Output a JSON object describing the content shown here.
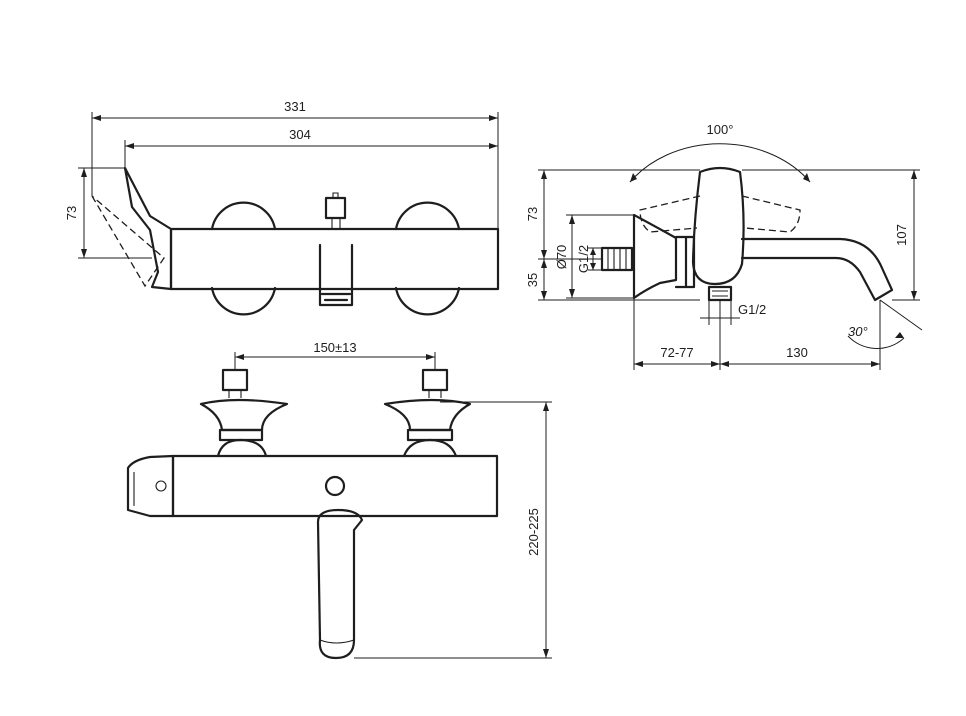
{
  "dimensions": {
    "top_view": {
      "overall_length": "331",
      "body_length": "304",
      "lever_height": "73"
    },
    "side_view": {
      "lever_rotation": "100°",
      "height_above_axis": "73",
      "rosette_diameter": "Ø70",
      "inlet_thread": "G1/2",
      "height_below_axis": "35",
      "total_height": "107",
      "outlet_thread": "G1/2",
      "wall_projection": "72-77",
      "spout_reach": "130",
      "spout_angle": "30°"
    },
    "front_view": {
      "inlet_centres": "150±13",
      "installation_height": "220-225"
    }
  }
}
